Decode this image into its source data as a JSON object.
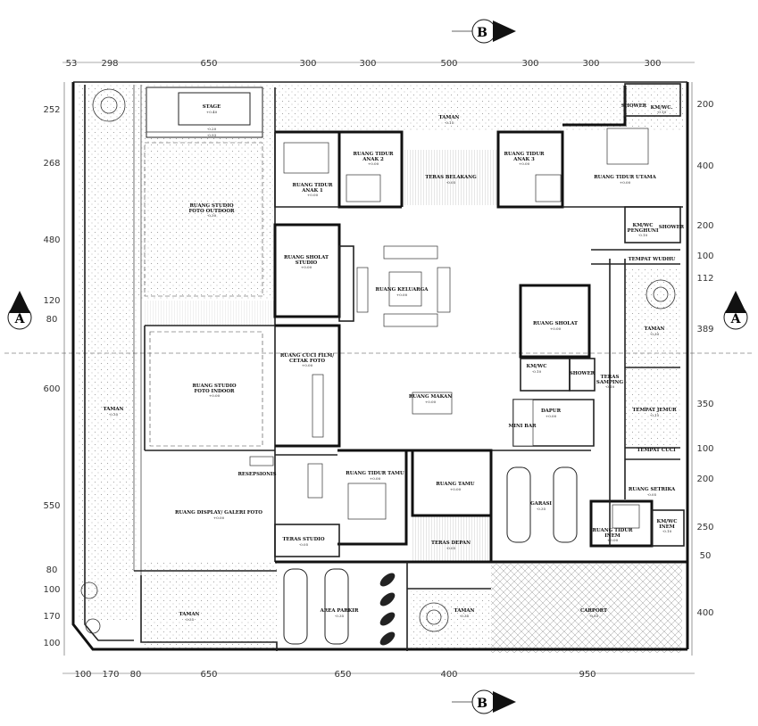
{
  "section_markers": {
    "top": "B",
    "bottom": "B",
    "left": "A",
    "right": "A"
  },
  "dims": {
    "top": [
      "53",
      "298",
      "650",
      "300",
      "300",
      "500",
      "300",
      "300",
      "300"
    ],
    "bottom": [
      "100",
      "170",
      "80",
      "650",
      "650",
      "400",
      "950"
    ],
    "left": [
      "252",
      "268",
      "480",
      "120",
      "80",
      "600",
      "550",
      "80",
      "100",
      "170",
      "100"
    ],
    "right": [
      "200",
      "400",
      "200",
      "100",
      "112",
      "389",
      "350",
      "100",
      "200",
      "250",
      "50",
      "400"
    ]
  },
  "rooms": {
    "stage": {
      "name": "STAGE",
      "level": "+0.40"
    },
    "stage_sub": {
      "a": "-0.20",
      "b": "-0.93"
    },
    "taman_top": {
      "name": "TAMAN",
      "level": "-0.15"
    },
    "shower_top": {
      "name": "SHOWER"
    },
    "kmwc_top": {
      "name": "KM/WC.",
      "level": "-0.10"
    },
    "studio_outdoor": {
      "name": "RUANG STUDIO",
      "name2": "FOTO OUTDOOR",
      "level": "-0.30"
    },
    "tidur_anak1": {
      "name": "RUANG TIDUR",
      "name2": "ANAK 1",
      "level": "+0.00"
    },
    "tidur_anak2": {
      "name": "RUANG TIDUR",
      "name2": "ANAK 2",
      "level": "+0.00"
    },
    "teras_belakang": {
      "name": "TERAS BELAKANG",
      "level": "-0.05"
    },
    "tidur_anak3": {
      "name": "RUANG TIDUR",
      "name2": "ANAK 3",
      "level": "+0.00"
    },
    "tidur_utama": {
      "name": "RUANG TIDUR UTAMA",
      "level": "+0.00"
    },
    "kmwc_penghuni": {
      "name": "KM/WC",
      "name2": "PENGHUNI",
      "level": "-0.10"
    },
    "shower_mid": {
      "name": "SHOWER"
    },
    "tempat_wudhu": {
      "name": "TEMPAT WUDHU"
    },
    "sholat_studio": {
      "name": "RUANG SHOLAT",
      "name2": "STUDIO",
      "level": "+0.00"
    },
    "keluarga": {
      "name": "RUANG KELUARGA",
      "level": "+0.00"
    },
    "sholat": {
      "name": "RUANG SHOLAT",
      "level": "+0.00"
    },
    "taman_right": {
      "name": "TAMAN",
      "level": "-0.30"
    },
    "cuci_film": {
      "name": "RUANG CUCI FILM/",
      "name2": "CETAK FOTO",
      "level": "+0.00"
    },
    "kmwc_mid": {
      "name": "KM/WC",
      "level": "-0.10"
    },
    "shower_k": {
      "name": "SHOWER"
    },
    "teras_samping": {
      "name": "TERAS",
      "name2": "SAMPING",
      "level": "-0.10"
    },
    "studio_indoor": {
      "name": "RUANG STUDIO",
      "name2": "FOTO INDOOR",
      "level": "+0.00"
    },
    "makan": {
      "name": "RUANG MAKAN",
      "level": "+0.00"
    },
    "dapur": {
      "name": "DAPUR",
      "level": "+0.00"
    },
    "minibar": {
      "name": "MINI BAR"
    },
    "tempat_jemur": {
      "name": "TEMPAT JEMUR",
      "level": "-0.15"
    },
    "taman_left": {
      "name": "TAMAN",
      "level": "-0.35"
    },
    "tempat_cuci": {
      "name": "TEMPAT CUCI"
    },
    "resepsionis": {
      "name": "RESEPSIONIS"
    },
    "tidur_tamu": {
      "name": "RUANG TIDUR TAMU",
      "level": "+0.00"
    },
    "tamu": {
      "name": "RUANG TAMU",
      "level": "+0.00"
    },
    "garasi": {
      "name": "GARASI",
      "level": "-0.35"
    },
    "setrika": {
      "name": "RUANG SETRIKA",
      "level": "-0.05"
    },
    "display": {
      "name": "RUANG DISPLAY/ GALERI FOTO",
      "level": "+0.00"
    },
    "tidur_inem": {
      "name": "RUANG TIDUR",
      "name2": "INEM",
      "level": "+0.00"
    },
    "kmwc_inem": {
      "name": "KM/WC",
      "name2": "INEM",
      "level": "-0.10"
    },
    "teras_studio": {
      "name": "TERAS STUDIO",
      "level": "-0.05"
    },
    "teras_depan": {
      "name": "TERAS DEPAN",
      "level": "-0.05"
    },
    "area_parkir": {
      "name": "AREA PARKIR",
      "level": "-0.35"
    },
    "taman_front": {
      "name": "TAMAN",
      "level": "-0.35"
    },
    "carport": {
      "name": "CARPORT",
      "level": "-0.35"
    },
    "taman_bl": {
      "name": "TAMAN",
      "level": "-0.35"
    }
  }
}
